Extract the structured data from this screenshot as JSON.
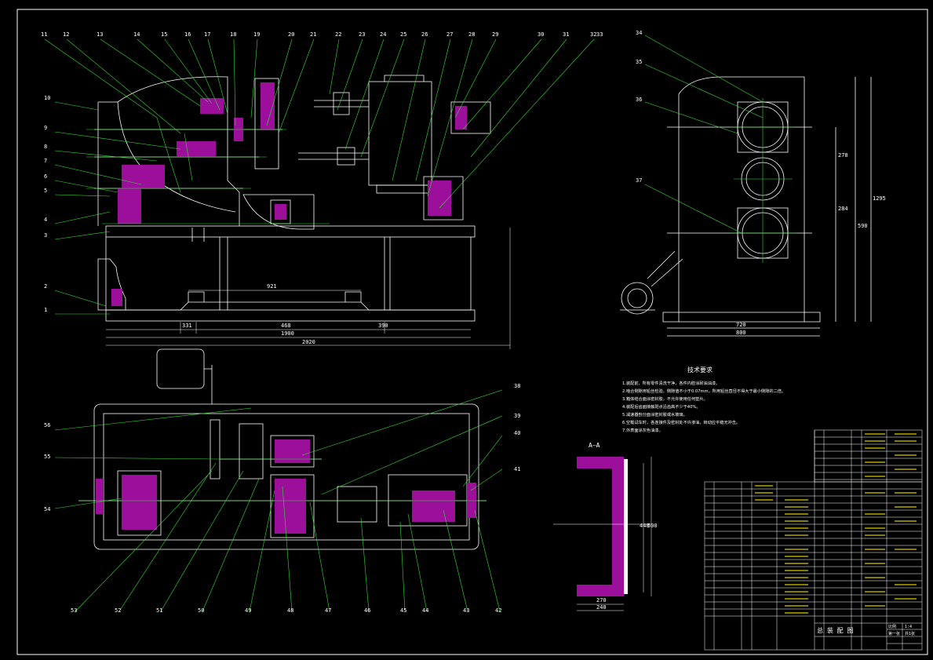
{
  "drawing": {
    "section_label": "A–A",
    "balloons_top": [
      "11",
      "12",
      "13",
      "14",
      "15",
      "16",
      "17",
      "18",
      "19",
      "20",
      "21",
      "22",
      "23",
      "24",
      "25",
      "26",
      "27",
      "28",
      "29",
      "30",
      "31",
      "32",
      "33"
    ],
    "balloons_left": [
      "10",
      "9",
      "8",
      "7",
      "6",
      "5",
      "4",
      "3",
      "2",
      "1"
    ],
    "balloons_side": [
      "34",
      "35",
      "36",
      "37"
    ],
    "balloons_plan_right": [
      "38",
      "39",
      "40",
      "41"
    ],
    "balloons_plan_left": [
      "56",
      "55",
      "54"
    ],
    "balloons_bottom": [
      "53",
      "52",
      "51",
      "50",
      "49",
      "48",
      "47",
      "46",
      "45",
      "44",
      "43",
      "42"
    ],
    "dimensions": {
      "front_921": "921",
      "front_331": "331",
      "front_468": "468",
      "front_390": "390",
      "front_1900": "1900",
      "front_2020": "2020",
      "side_720": "720",
      "side_800": "800",
      "side_278": "278",
      "side_284": "284",
      "side_590": "590",
      "side_1295": "1295",
      "section_270": "270",
      "section_240": "240",
      "section_440": "440",
      "section_500": "500"
    }
  },
  "technical_requirements": {
    "title": "技术要求",
    "items": [
      "1.装配前，所有零件清洗干净，各件内腔涂耐油油漆。",
      "2.啮合侧隙用铅丝检验，侧隙值不小于0.07mm，所用铅丝直径不得大于最小侧隙的二倍。",
      "3.箱体结合面涂密封胶，不允许使用任何垫片。",
      "4.装配后齿面接触斑点沿齿高不少于40%。",
      "5.减速器剖分面涂密封胶或水玻璃。",
      "6.空载试车时，各连接件及密封处不许渗油，转动应平稳无冲击。",
      "7.外表面涂灰色油漆。"
    ]
  },
  "title_block": {
    "main_label": "总 装 配 图",
    "scale_label": "比例",
    "scale_value": "1:4",
    "sheet_label": "第一张",
    "sheets_label": "共1张"
  }
}
